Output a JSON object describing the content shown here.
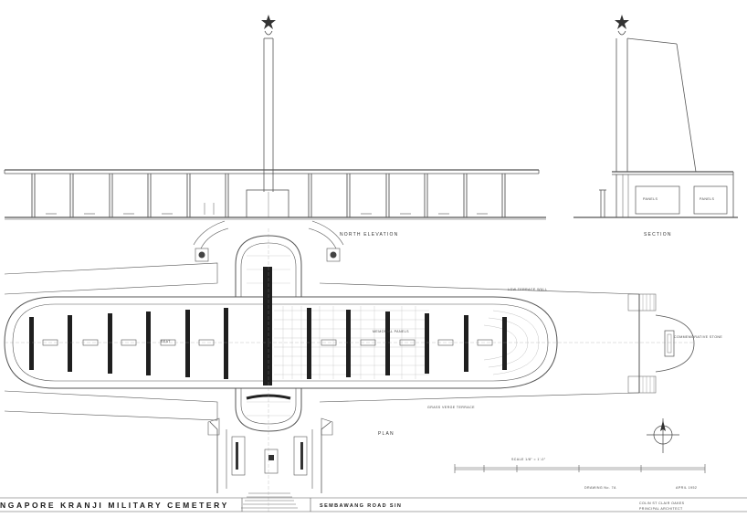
{
  "drawing": {
    "title": "NGAPORE KRANJI MILITARY CEMETERY",
    "subtitle": "SEMBAWANG ROAD SIN",
    "labels": {
      "north_elevation": "NORTH ELEVATION",
      "section": "SECTION",
      "plan": "PLAN",
      "scale": "SCALE 1/8\" = 1'-0\"",
      "memorial_panels": "MEMORIAL PANELS",
      "low_terrace_wall": "LOW TERRACE WALL",
      "grass_verge": "GRASS VERGE TERRACE",
      "panels_section": "PANELS",
      "panels_section_2": "PANELS",
      "seat": "SEAT",
      "note_right": "COMMEMORATIVE STONE",
      "drawing_no": "DRAWING No. 7A",
      "date": "APRIL 1952",
      "architect": "COLIN ST CLAIR OAKES",
      "architect_role": "PRINCIPAL ARCHITECT"
    },
    "icons": {
      "star": "star-finial-icon",
      "north": "north-point-icon"
    }
  }
}
